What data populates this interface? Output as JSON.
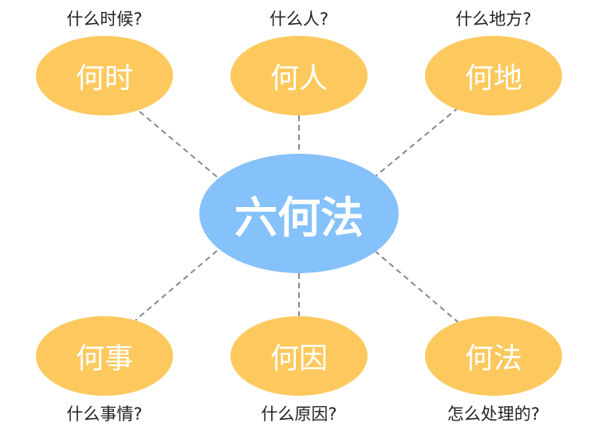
{
  "center": {
    "label": "六何法",
    "color": "#85C1FB"
  },
  "node_color": "#FDC95F",
  "nodes": [
    {
      "label": "何时",
      "caption": "什么时候?"
    },
    {
      "label": "何人",
      "caption": "什么人?"
    },
    {
      "label": "何地",
      "caption": "什么地方?"
    },
    {
      "label": "何事",
      "caption": "什么事情?"
    },
    {
      "label": "何因",
      "caption": "什么原因?"
    },
    {
      "label": "何法",
      "caption": "怎么处理的?"
    }
  ]
}
